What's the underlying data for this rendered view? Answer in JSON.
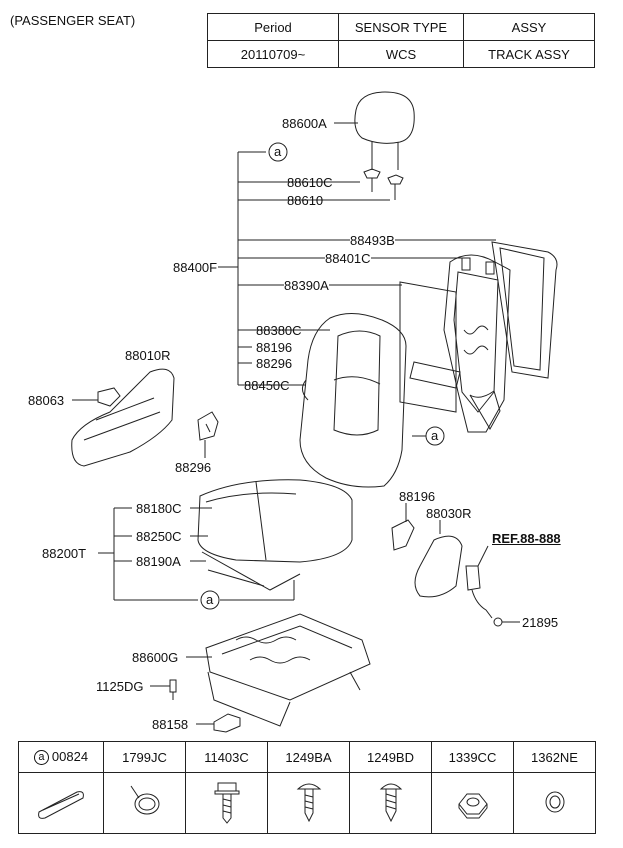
{
  "title": "(PASSENGER SEAT)",
  "header_table": {
    "headers": [
      "Period",
      "SENSOR TYPE",
      "ASSY"
    ],
    "row": [
      "20110709~",
      "WCS",
      "TRACK ASSY"
    ]
  },
  "callout_letter": "a",
  "parts": {
    "p88600A": "88600A",
    "p88610C": "88610C",
    "p88610": "88610",
    "p88493B": "88493B",
    "p88401C": "88401C",
    "p88400F": "88400F",
    "p88390A": "88390A",
    "p88380C": "88380C",
    "p88196a": "88196",
    "p88296a": "88296",
    "p88450C": "88450C",
    "p88010R": "88010R",
    "p88063": "88063",
    "p88296b": "88296",
    "p88180C": "88180C",
    "p88250C": "88250C",
    "p88190A": "88190A",
    "p88200T": "88200T",
    "p88196b": "88196",
    "p88030R": "88030R",
    "ref": "REF.88-888",
    "p21895": "21895",
    "p88600G": "88600G",
    "p1125DG": "1125DG",
    "p88158": "88158"
  },
  "footer_table": {
    "labels": [
      "00824",
      "1799JC",
      "11403C",
      "1249BA",
      "1249BD",
      "1339CC",
      "1362NE"
    ],
    "icons": [
      "clip-tube-icon",
      "ring-clip-icon",
      "bolt-icon",
      "screw-icon",
      "tapping-screw-icon",
      "nut-icon",
      "washer-icon"
    ]
  }
}
